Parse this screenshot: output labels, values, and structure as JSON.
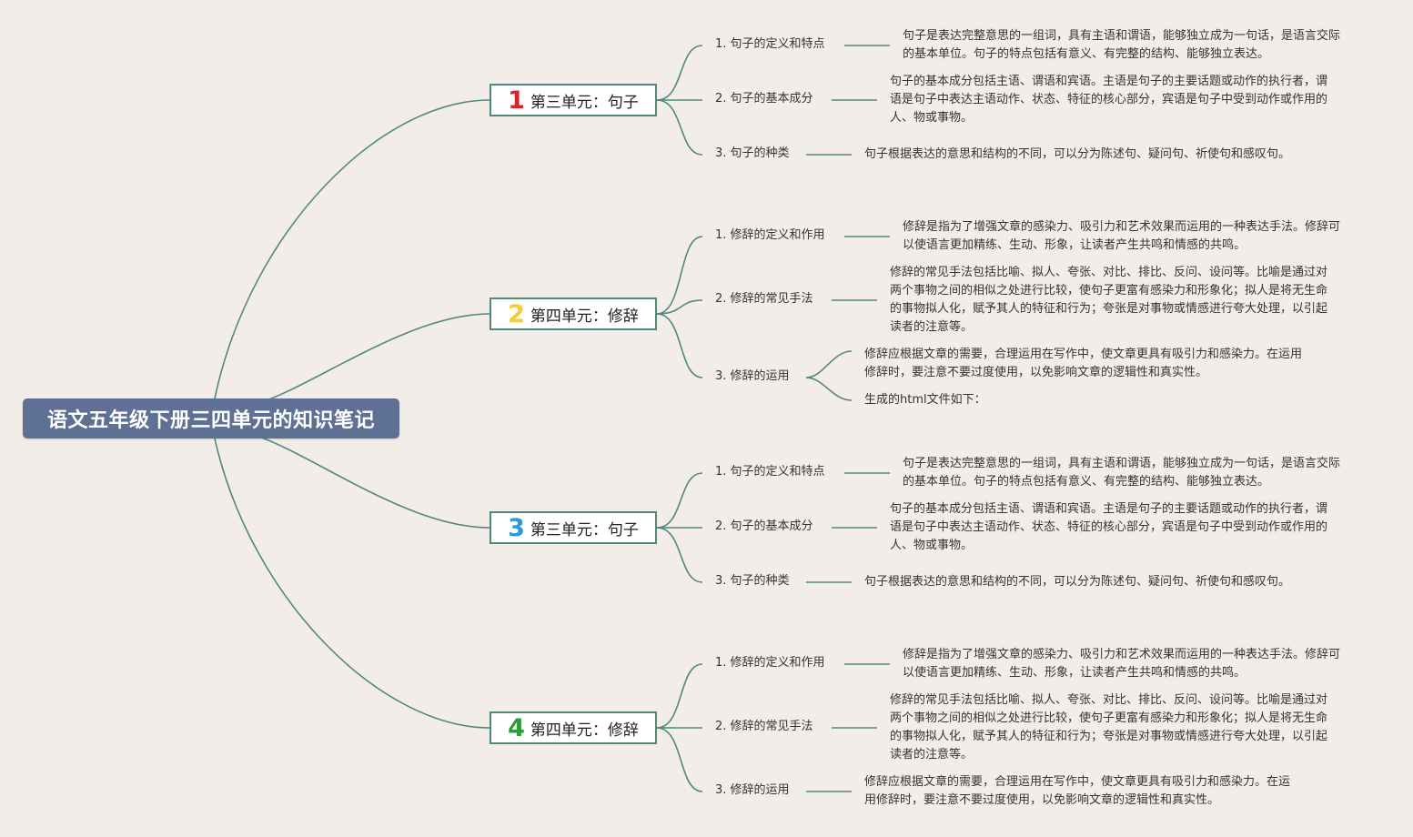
{
  "root": {
    "title": "语文五年级下册三四单元的知识笔记"
  },
  "colors": {
    "root_bg": "#5e7093",
    "line": "#52887c",
    "background": "#f3ede9"
  },
  "units": [
    {
      "number": "1",
      "number_color": "#d8232a",
      "title": "第三单元：句子",
      "topics": [
        {
          "label": "1. 句子的定义和特点",
          "details": [
            "句子是表达完整意思的一组词，具有主语和谓语，能够独立成为一句话，是语言交际的基本单位。句子的特点包括有意义、有完整的结构、能够独立表达。"
          ]
        },
        {
          "label": "2. 句子的基本成分",
          "details": [
            "句子的基本成分包括主语、谓语和宾语。主语是句子的主要话题或动作的执行者，谓语是句子中表达主语动作、状态、特征的核心部分，宾语是句子中受到动作或作用的人、物或事物。"
          ]
        },
        {
          "label": "3. 句子的种类",
          "details": [
            "句子根据表达的意思和结构的不同，可以分为陈述句、疑问句、祈使句和感叹句。"
          ]
        }
      ]
    },
    {
      "number": "2",
      "number_color": "#f5cd2e",
      "title": "第四单元：修辞",
      "topics": [
        {
          "label": "1. 修辞的定义和作用",
          "details": [
            "修辞是指为了增强文章的感染力、吸引力和艺术效果而运用的一种表达手法。修辞可以使语言更加精练、生动、形象，让读者产生共鸣和情感的共鸣。"
          ]
        },
        {
          "label": "2. 修辞的常见手法",
          "details": [
            "修辞的常见手法包括比喻、拟人、夸张、对比、排比、反问、设问等。比喻是通过对两个事物之间的相似之处进行比较，使句子更富有感染力和形象化；拟人是将无生命的事物拟人化，赋予其人的特征和行为；夸张是对事物或情感进行夸大处理，以引起读者的注意等。"
          ]
        },
        {
          "label": "3. 修辞的运用",
          "details": [
            "修辞应根据文章的需要，合理运用在写作中，使文章更具有吸引力和感染力。在运用修辞时，要注意不要过度使用，以免影响文章的逻辑性和真实性。",
            "生成的html文件如下："
          ]
        }
      ]
    },
    {
      "number": "3",
      "number_color": "#2a9ad8",
      "title": "第三单元：句子",
      "topics": [
        {
          "label": "1. 句子的定义和特点",
          "details": [
            "句子是表达完整意思的一组词，具有主语和谓语，能够独立成为一句话，是语言交际的基本单位。句子的特点包括有意义、有完整的结构、能够独立表达。"
          ]
        },
        {
          "label": "2. 句子的基本成分",
          "details": [
            "句子的基本成分包括主语、谓语和宾语。主语是句子的主要话题或动作的执行者，谓语是句子中表达主语动作、状态、特征的核心部分，宾语是句子中受到动作或作用的人、物或事物。"
          ]
        },
        {
          "label": "3. 句子的种类",
          "details": [
            "句子根据表达的意思和结构的不同，可以分为陈述句、疑问句、祈使句和感叹句。"
          ]
        }
      ]
    },
    {
      "number": "4",
      "number_color": "#2a9a3a",
      "title": "第四单元：修辞",
      "topics": [
        {
          "label": "1. 修辞的定义和作用",
          "details": [
            "修辞是指为了增强文章的感染力、吸引力和艺术效果而运用的一种表达手法。修辞可以使语言更加精练、生动、形象，让读者产生共鸣和情感的共鸣。"
          ]
        },
        {
          "label": "2. 修辞的常见手法",
          "details": [
            "修辞的常见手法包括比喻、拟人、夸张、对比、排比、反问、设问等。比喻是通过对两个事物之间的相似之处进行比较，使句子更富有感染力和形象化；拟人是将无生命的事物拟人化，赋予其人的特征和行为；夸张是对事物或情感进行夸大处理，以引起读者的注意等。"
          ]
        },
        {
          "label": "3. 修辞的运用",
          "details": [
            "修辞应根据文章的需要，合理运用在写作中，使文章更具有吸引力和感染力。在运用修辞时，要注意不要过度使用，以免影响文章的逻辑性和真实性。"
          ]
        }
      ]
    }
  ]
}
